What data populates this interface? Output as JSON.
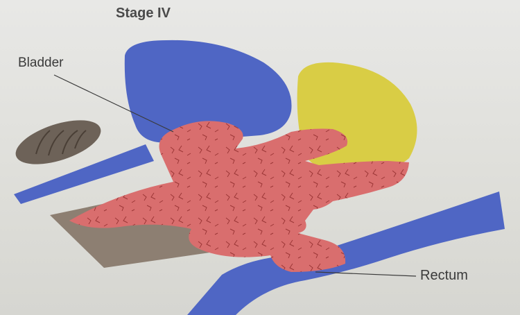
{
  "title": "Stage IV",
  "labels": {
    "bladder": "Bladder",
    "rectum": "Rectum"
  },
  "colors": {
    "organ_blue": "#4f66c4",
    "uterus_yellow": "#d9cd45",
    "tumor_red": "#d96e6e",
    "tumor_lines": "#8a2b2b",
    "bone_brown": "#6d6258",
    "tissue_gray": "#8d7f72"
  }
}
